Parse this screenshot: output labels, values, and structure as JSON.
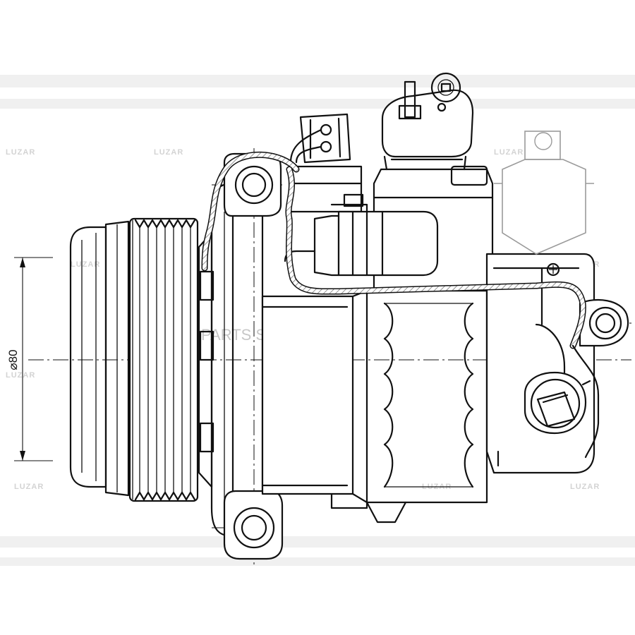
{
  "drawing": {
    "dimension_label": "⌀80",
    "watermark_brand": "LUZAR",
    "watermark_text": "PARTS SOFT",
    "colors": {
      "line": "#111111",
      "background": "#ffffff",
      "watermark": "#b0b0b0",
      "hose_hatch": "#c8c8c8"
    }
  }
}
